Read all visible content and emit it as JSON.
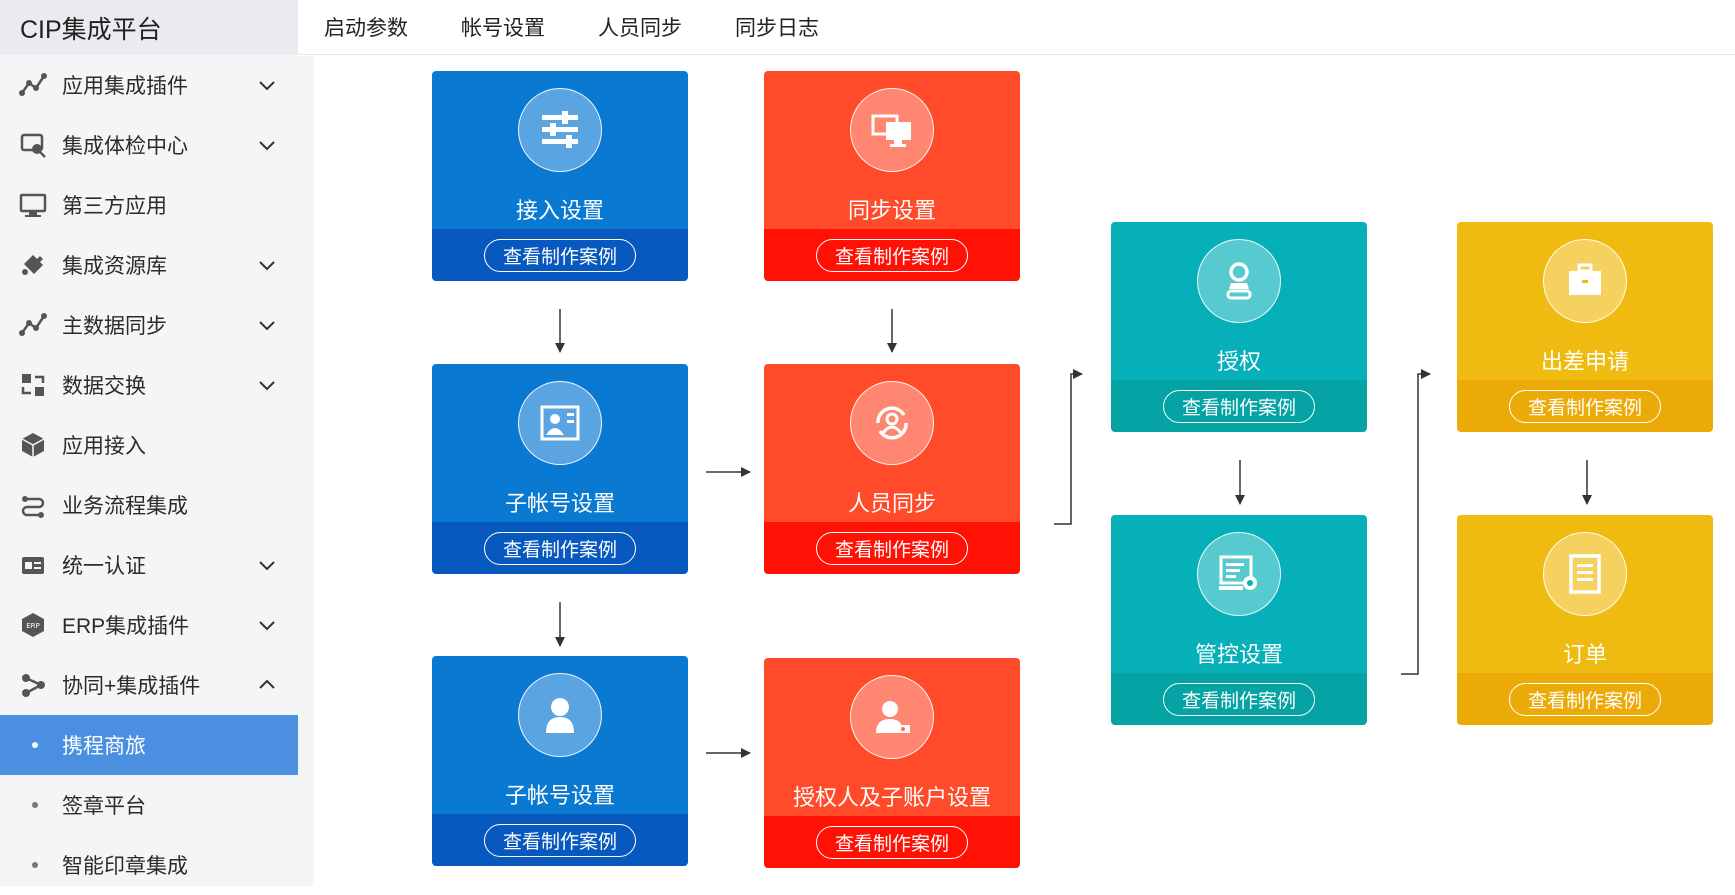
{
  "sidebar": {
    "brand": "CIP集成平台",
    "items": [
      {
        "label": "应用集成插件",
        "icon": "line-chart-icon",
        "expandable": true,
        "expanded": false
      },
      {
        "label": "集成体检中心",
        "icon": "checkup-icon",
        "expandable": true,
        "expanded": false
      },
      {
        "label": "第三方应用",
        "icon": "monitor-icon",
        "expandable": false
      },
      {
        "label": "集成资源库",
        "icon": "puzzle-icon",
        "expandable": true,
        "expanded": false
      },
      {
        "label": "主数据同步",
        "icon": "line-chart-icon",
        "expandable": true,
        "expanded": false
      },
      {
        "label": "数据交换",
        "icon": "exchange-icon",
        "expandable": true,
        "expanded": false
      },
      {
        "label": "应用接入",
        "icon": "cube-icon",
        "expandable": false
      },
      {
        "label": "业务流程集成",
        "icon": "flow-icon",
        "expandable": false
      },
      {
        "label": "统一认证",
        "icon": "id-card-icon",
        "expandable": true,
        "expanded": false
      },
      {
        "label": "ERP集成插件",
        "icon": "erp-icon",
        "expandable": true,
        "expanded": false
      },
      {
        "label": "协同+集成插件",
        "icon": "share-icon",
        "expandable": true,
        "expanded": true
      }
    ],
    "sub_items": [
      {
        "label": "携程商旅",
        "active": true
      },
      {
        "label": "签章平台",
        "active": false
      },
      {
        "label": "智能印章集成",
        "active": false
      }
    ]
  },
  "tabs": [
    "启动参数",
    "帐号设置",
    "人员同步",
    "同步日志"
  ],
  "case_button_label": "查看制作案例",
  "cards": {
    "access_settings": {
      "title": "接入设置",
      "icon": "sliders-icon"
    },
    "sub_account_1": {
      "title": "子帐号设置",
      "icon": "profile-card-icon"
    },
    "sub_account_2": {
      "title": "子帐号设置",
      "icon": "user-icon"
    },
    "sync_settings": {
      "title": "同步设置",
      "icon": "dual-monitor-icon"
    },
    "person_sync": {
      "title": "人员同步",
      "icon": "person-sync-icon"
    },
    "authorizer_settings": {
      "title": "授权人及子账户设置",
      "icon": "user-key-icon"
    },
    "authorization": {
      "title": "授权",
      "icon": "user-badge-icon"
    },
    "control_settings": {
      "title": "管控设置",
      "icon": "board-settings-icon"
    },
    "travel_request": {
      "title": "出差申请",
      "icon": "briefcase-icon"
    },
    "order": {
      "title": "订单",
      "icon": "document-list-icon"
    }
  },
  "colors": {
    "blue": "#0a79d2",
    "red": "#ff4b2a",
    "teal": "#05b0b8",
    "yellow": "#f0bb11",
    "active_menu": "#4a8fe0"
  }
}
